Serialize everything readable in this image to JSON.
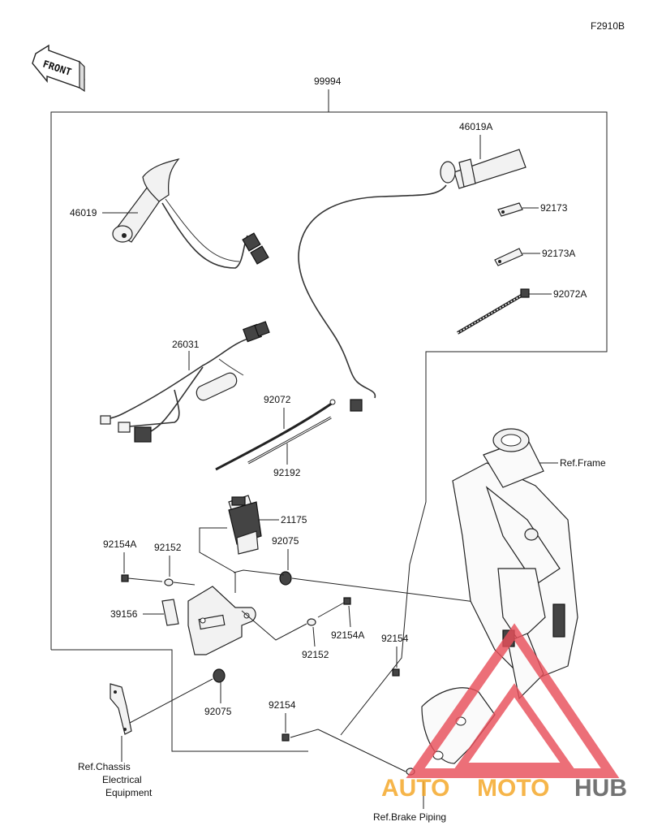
{
  "figure_code": "F2910B",
  "front_label": "FRONT",
  "assembly_number": "99994",
  "parts": {
    "p46019": "46019",
    "p46019A": "46019A",
    "p92173": "92173",
    "p92173A": "92173A",
    "p92072A": "92072A",
    "p26031": "26031",
    "p92072": "92072",
    "p92192": "92192",
    "p21175": "21175",
    "p92154A_left": "92154A",
    "p92152_left": "92152",
    "p92075_top": "92075",
    "p39156": "39156",
    "p92152_right": "92152",
    "p92154A_right": "92154A",
    "p92154_right": "92154",
    "p92075_bottom": "92075",
    "p92154_bottom": "92154"
  },
  "references": {
    "frame": "Ref.Frame",
    "chassis_line1": "Ref.Chassis",
    "chassis_line2": "Electrical",
    "chassis_line3": "Equipment",
    "brake": "Ref.Brake Piping"
  },
  "watermark": {
    "text_auto": "AUTO",
    "text_moto": "MOTO",
    "text_hub": "HUB",
    "color_primary": "#f5a623",
    "color_secondary": "#e8505b",
    "color_dark": "#555555"
  }
}
